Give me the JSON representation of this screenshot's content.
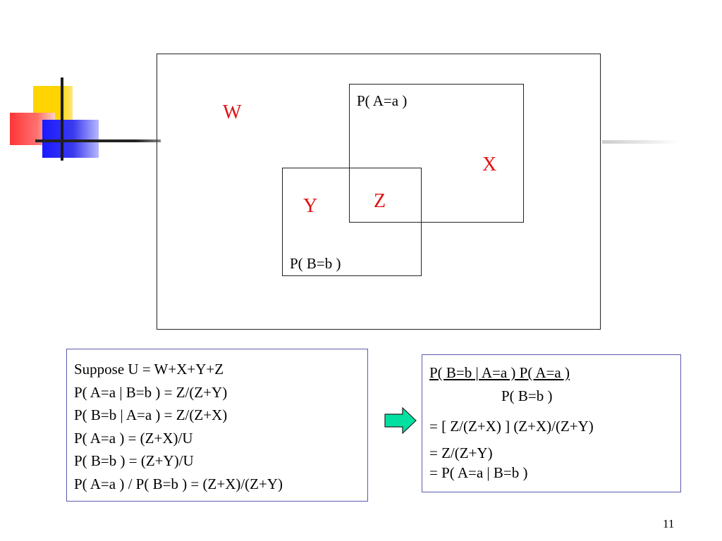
{
  "diagram": {
    "regions": {
      "w": "W",
      "x": "X",
      "y": "Y",
      "z": "Z"
    },
    "set_a_label": "P( A=a )",
    "set_b_label": "P( B=b )",
    "region_color": "#e01010"
  },
  "left_panel": {
    "lines": [
      "Suppose U = W+X+Y+Z",
      "P( A=a | B=b ) = Z/(Z+Y)",
      "P( B=b | A=a ) = Z/(Z+X)",
      "P( A=a ) = (Z+X)/U",
      "P( B=b ) = (Z+Y)/U",
      "P( A=a ) / P( B=b ) = (Z+X)/(Z+Y)"
    ]
  },
  "arrow": {
    "icon": "right-arrow-icon",
    "color": "#00e0a0"
  },
  "right_panel": {
    "numerator": "P( B=b | A=a ) P( A=a )",
    "denominator": "P( B=b )",
    "steps": [
      "= [ Z/(Z+X) ] (Z+X)/(Z+Y)",
      "= Z/(Z+Y)",
      "= P( A=a | B=b )"
    ]
  },
  "page_number": "11"
}
